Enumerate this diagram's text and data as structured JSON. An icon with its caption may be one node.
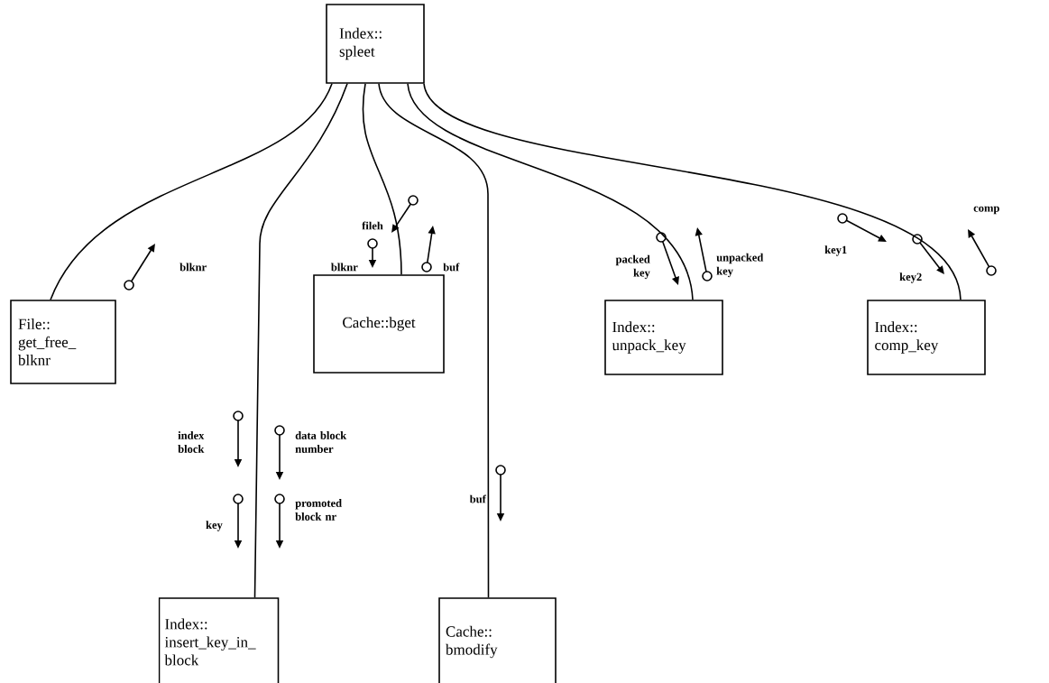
{
  "diagram": {
    "nodes": [
      {
        "text": [
          "Index:: spleet"
        ]
      },
      {
        "text": [
          "File:: get_free_ blknr"
        ]
      },
      {
        "text": [
          "Cache::bget"
        ]
      },
      {
        "text": [
          "Index:: unpack_key"
        ]
      },
      {
        "text": [
          "Index:: comp_key"
        ]
      },
      {
        "text": [
          "Index:: insert_key_in_ block"
        ]
      },
      {
        "text": [
          "Cache:: bmodify"
        ]
      }
    ],
    "edges": [
      {
        "from": 0,
        "to": 1,
        "arrow": "none"
      },
      {
        "from": 0,
        "to": 5,
        "arrow": "none"
      },
      {
        "from": 0,
        "to": 2,
        "arrow": "none"
      },
      {
        "from": 0,
        "to": 6,
        "arrow": "none"
      },
      {
        "from": 0,
        "to": 3,
        "arrow": "none"
      },
      {
        "from": 0,
        "to": 4,
        "arrow": "none"
      }
    ],
    "labels": [
      "blknr",
      "fileh",
      "blknr",
      "buf",
      "packed key",
      "unpacked key",
      "key1",
      "key2",
      "comp",
      "index block",
      "data block number",
      "key",
      "promoted block nr",
      "buf"
    ]
  }
}
